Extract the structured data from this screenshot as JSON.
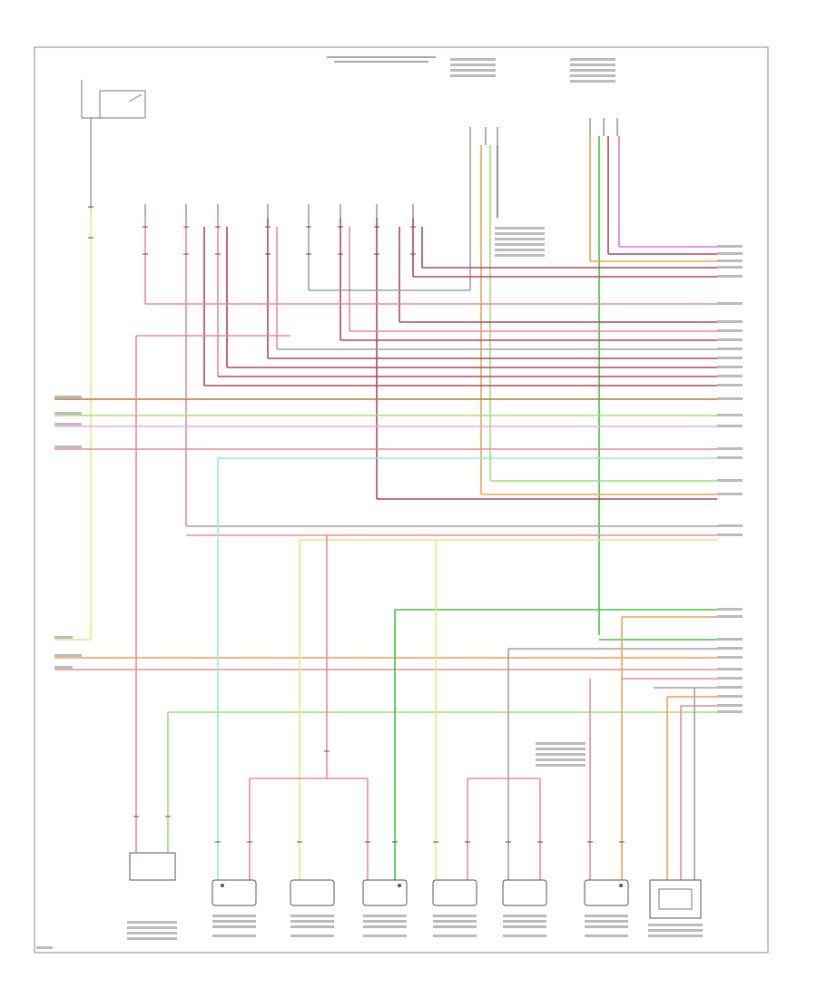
{
  "diagram": {
    "page_code": "",
    "header_note": "",
    "lines": {
      "red": "#f08a96",
      "darkred": "#b0485a",
      "yellow": "#e9e48a",
      "lightgreen": "#9be27a",
      "green": "#3ec43e",
      "cyan": "#8fe9f2",
      "orange": "#f2a24a",
      "pink": "#f3a6ea",
      "magenta": "#e070e0",
      "grey": "#a0a0a0",
      "brown": "#b07a3a",
      "black": "#222222"
    },
    "components": [
      {
        "id": "ac-control-module",
        "label": ""
      },
      {
        "id": "fuel-injector-1",
        "label": ""
      },
      {
        "id": "fuel-injector-2",
        "label": ""
      },
      {
        "id": "fuel-injector-3",
        "label": ""
      },
      {
        "id": "fuel-injector-4",
        "label": ""
      },
      {
        "id": "fuel-injector-5",
        "label": ""
      },
      {
        "id": "fuel-injector-6",
        "label": ""
      },
      {
        "id": "ac-refrigerant-pressure-sensor",
        "label": ""
      }
    ]
  }
}
